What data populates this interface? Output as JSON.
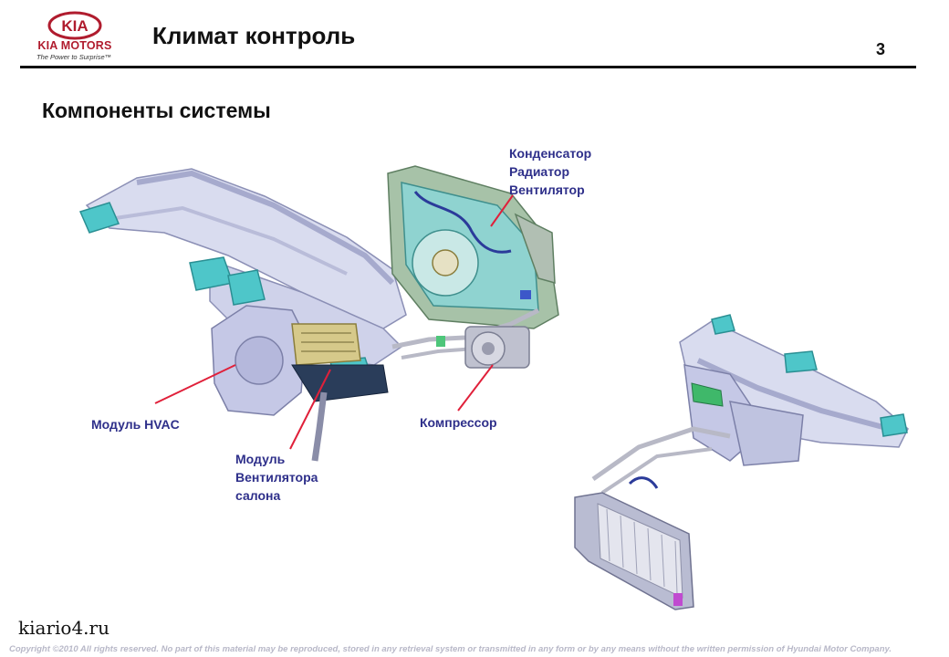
{
  "logo": {
    "brand": "KIA",
    "name": "KIA MOTORS",
    "tagline": "The Power to Surprise™"
  },
  "header": {
    "title": "Климат контроль",
    "page_number": "3"
  },
  "subtitle": "Компоненты системы",
  "labels": {
    "condenser": [
      "Конденсатор",
      "Радиатор",
      "Вентилятор"
    ],
    "hvac": "Модуль HVAC",
    "blower": [
      "Модуль",
      "Вентилятора",
      "салона"
    ],
    "compressor": "Компрессор"
  },
  "watermark": "kiario4.ru",
  "footer": "Copyright ©2010 All rights reserved. No part of this material may be reproduced, stored in any retrieval system or transmitted in any form or by any means without the written permission of Hyundai Motor Company.",
  "colors": {
    "accent_red": "#e0203a",
    "label_blue": "#2e2f8a",
    "kia_red": "#b01c2e"
  }
}
